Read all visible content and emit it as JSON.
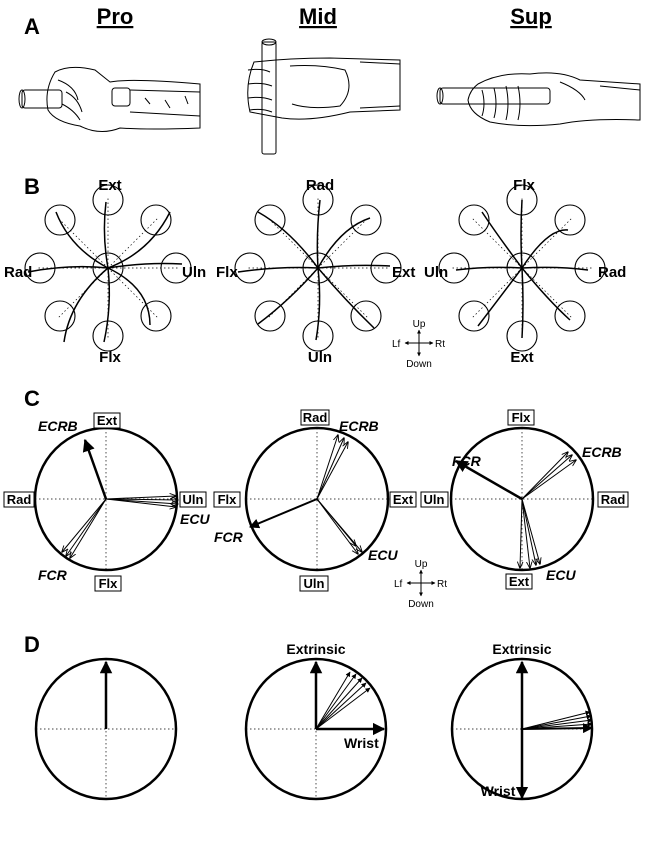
{
  "panels": {
    "a": "A",
    "b": "B",
    "c": "C",
    "d": "D"
  },
  "postures": [
    {
      "title": "Pro",
      "b_dirs": {
        "up": "Ext",
        "down": "Flx",
        "left": "Rad",
        "right": "Uln"
      },
      "c_boxes": {
        "up": "Ext",
        "down": "Flx",
        "left": "Rad",
        "right": "Uln"
      }
    },
    {
      "title": "Mid",
      "b_dirs": {
        "up": "Rad",
        "down": "Uln",
        "left": "Flx",
        "right": "Ext"
      },
      "c_boxes": {
        "up": "Rad",
        "down": "Uln",
        "left": "Flx",
        "right": "Ext"
      }
    },
    {
      "title": "Sup",
      "b_dirs": {
        "up": "Flx",
        "down": "Ext",
        "left": "Uln",
        "right": "Rad"
      },
      "c_boxes": {
        "up": "Flx",
        "down": "Ext",
        "left": "Uln",
        "right": "Rad"
      }
    }
  ],
  "muscles": {
    "ecrb": "ECRB",
    "fcr": "FCR",
    "ecu": "ECU"
  },
  "compass": {
    "up": "Up",
    "down": "Down",
    "left": "Lf",
    "right": "Rt"
  },
  "d_labels": {
    "extrinsic": "Extrinsic",
    "wrist": "Wrist"
  }
}
